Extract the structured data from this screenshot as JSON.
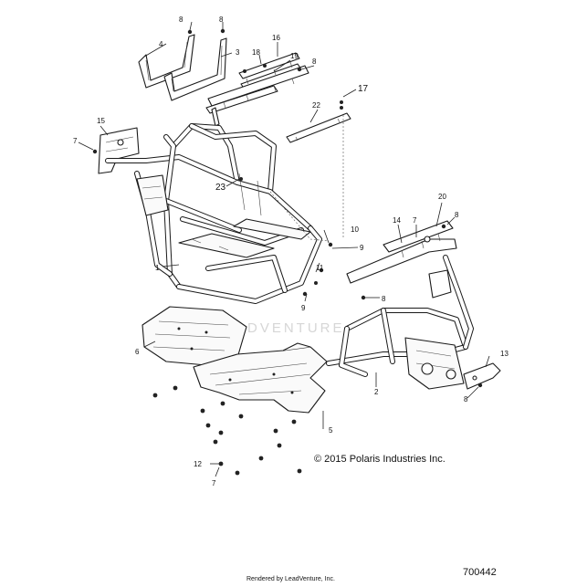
{
  "diagram": {
    "copyright": "© 2015 Polaris Industries Inc.",
    "diagram_number": "700442",
    "rendered_by": "Rendered by LeadVenture, Inc.",
    "watermark": "ADVENTURE",
    "callouts": {
      "c1": "1",
      "c2": "2",
      "c3": "3",
      "c4": "4",
      "c5": "5",
      "c6": "6",
      "c7a": "7",
      "c7b": "7",
      "c7c": "7",
      "c8a": "8",
      "c8b": "8",
      "c8c": "8",
      "c8d": "8",
      "c8e": "8",
      "c8f": "8",
      "c9a": "9",
      "c9b": "9",
      "c10": "10",
      "c11": "11",
      "c12": "12",
      "c13": "13",
      "c14": "14",
      "c15": "15",
      "c16": "16",
      "c17": "17",
      "c18": "18",
      "c19": "19",
      "c20": "20",
      "c22": "22",
      "c23": "23"
    }
  }
}
